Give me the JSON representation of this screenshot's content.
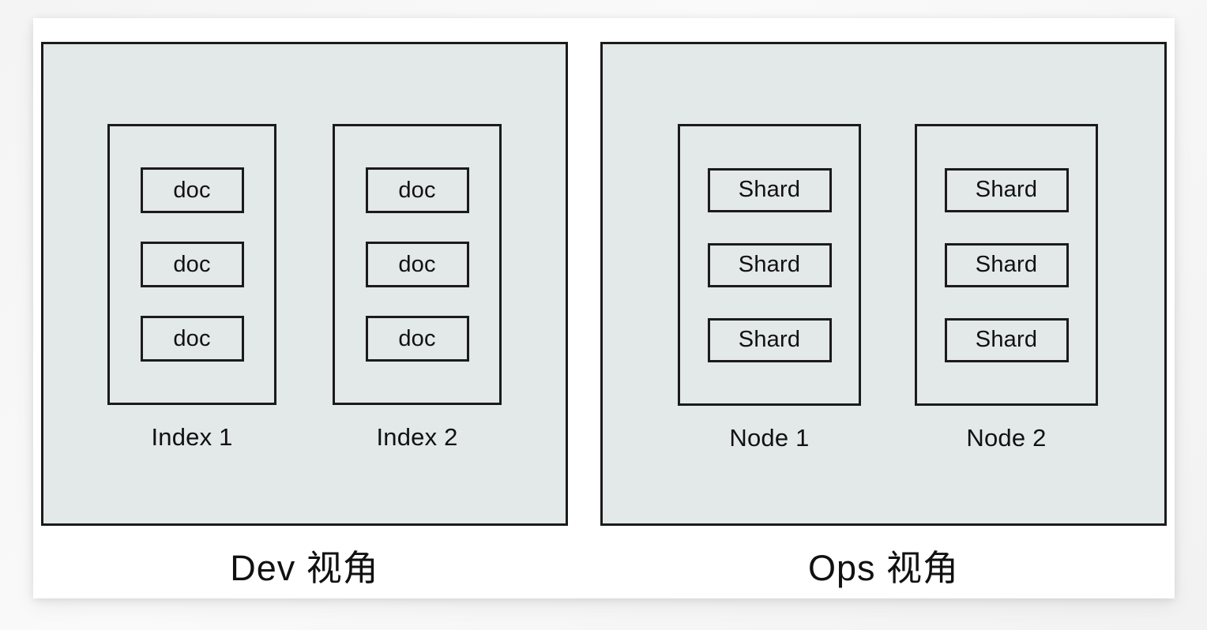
{
  "diagram": {
    "panels": [
      {
        "id": "dev",
        "caption": "Dev 视角",
        "columns": [
          {
            "label": "Index 1",
            "items": [
              "doc",
              "doc",
              "doc"
            ]
          },
          {
            "label": "Index 2",
            "items": [
              "doc",
              "doc",
              "doc"
            ]
          }
        ]
      },
      {
        "id": "ops",
        "caption": "Ops 视角",
        "columns": [
          {
            "label": "Node 1",
            "items": [
              "Shard",
              "Shard",
              "Shard"
            ]
          },
          {
            "label": "Node 2",
            "items": [
              "Shard",
              "Shard",
              "Shard"
            ]
          }
        ]
      }
    ]
  },
  "colors": {
    "panel_fill": "#e3e8e8",
    "stroke": "#1b1b1b",
    "card_background": "#ffffff",
    "page_background": "#f4f4f4",
    "text": "#111111"
  }
}
